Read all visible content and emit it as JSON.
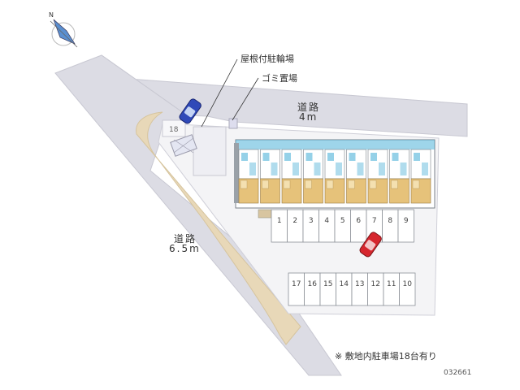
{
  "compass": {
    "north_label": "N"
  },
  "labels": {
    "bike_parking": "屋根付駐輪場",
    "garbage": "ゴミ置場",
    "road_top_name": "道路",
    "road_top_width": "4m",
    "road_left_name": "道路",
    "road_left_width": "6.5m"
  },
  "parking": {
    "upper_row": [
      "1",
      "2",
      "3",
      "4",
      "5",
      "6",
      "7",
      "8",
      "9"
    ],
    "lower_row": [
      "17",
      "16",
      "15",
      "14",
      "13",
      "12",
      "11",
      "10"
    ],
    "side_space": "18"
  },
  "note": "※ 敷地内駐車場18台有り",
  "code": "032661",
  "colors": {
    "road": "#dcdce4",
    "sidewalk": "#e8d8b8",
    "lot": "#f4f4f6",
    "building_accent": "#4fb2d8",
    "unit_floor": "#e6c27a",
    "car_blue": "#2f49b8",
    "car_red": "#d6262e"
  }
}
